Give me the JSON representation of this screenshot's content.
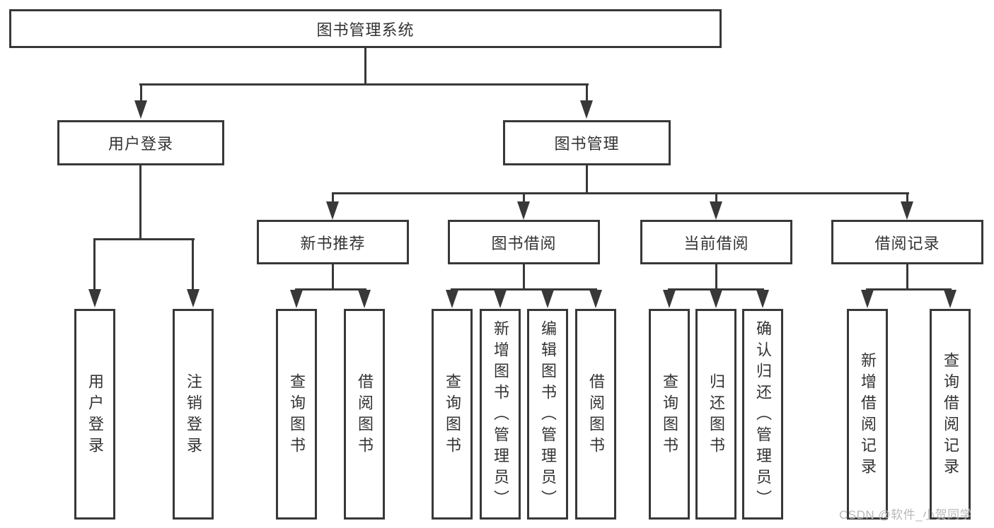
{
  "diagram": {
    "root": {
      "label": "图书管理系统"
    },
    "branches": [
      {
        "label": "用户登录",
        "children": [
          {
            "label": "用户登录"
          },
          {
            "label": "注销登录"
          }
        ]
      },
      {
        "label": "图书管理",
        "children": [
          {
            "label": "新书推荐",
            "children": [
              {
                "label": "查询图书"
              },
              {
                "label": "借阅图书"
              }
            ]
          },
          {
            "label": "图书借阅",
            "children": [
              {
                "label": "查询图书"
              },
              {
                "label": "新增图书（管理员）"
              },
              {
                "label": "编辑图书（管理员）"
              },
              {
                "label": "借阅图书"
              }
            ]
          },
          {
            "label": "当前借阅",
            "children": [
              {
                "label": "查询图书"
              },
              {
                "label": "归还图书"
              },
              {
                "label": "确认归还（管理员）"
              }
            ]
          },
          {
            "label": "借阅记录",
            "children": [
              {
                "label": "新增借阅记录"
              },
              {
                "label": "查询借阅记录"
              }
            ]
          }
        ]
      }
    ]
  },
  "watermark": {
    "text": "CSDN @软件_小贺同学"
  },
  "colors": {
    "line": "#383838",
    "text": "#333333",
    "watermark_gray": "#b9b9b9",
    "background": "#ffffff"
  }
}
